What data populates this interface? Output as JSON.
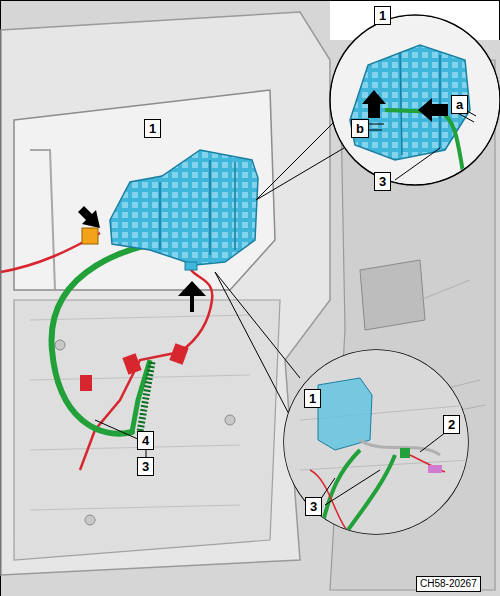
{
  "diagram": {
    "labels": [
      "1",
      "1",
      "a",
      "b",
      "3",
      "4",
      "3",
      "1",
      "2",
      "3",
      "CH58-20267"
    ]
  }
}
